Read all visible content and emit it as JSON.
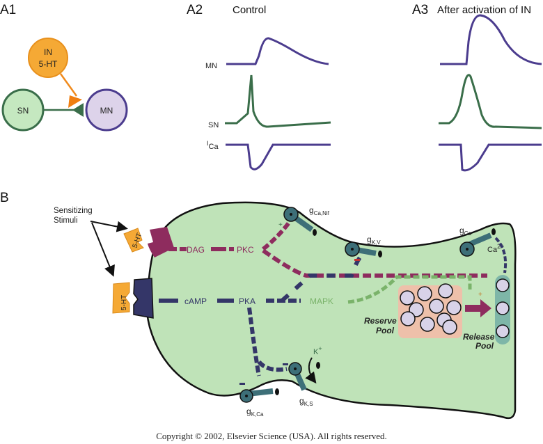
{
  "panels": {
    "a1": {
      "label": "A1"
    },
    "a2": {
      "label": "A2",
      "title": "Control"
    },
    "a3": {
      "label": "A3",
      "title": "After activation of IN"
    },
    "b": {
      "label": "B"
    }
  },
  "circuit": {
    "in_label": "IN",
    "in_sub": "5-HT",
    "sn_label": "SN",
    "mn_label": "MN"
  },
  "traces": {
    "mn": "MN",
    "sn": "SN",
    "ica_main": "I",
    "ica_sub": "Ca"
  },
  "terminal": {
    "stimuli_line1": "Sensitizing",
    "stimuli_line2": "Stimuli",
    "ligand": "5-HT",
    "dag": "DAG",
    "pkc": "PKC",
    "camp": "cAMP",
    "pka": "PKA",
    "mapk": "MAPK",
    "plus": "+",
    "g": "g",
    "g_ca_nif": "Ca,Nif",
    "g_kv": "K,V",
    "g_ca": "Ca",
    "g_kca": "K,Ca",
    "g_ks": "K,S",
    "ca_ion": "Ca",
    "ca_charge": "2+",
    "k_ion": "K",
    "k_charge": "+",
    "reserve1": "Reserve",
    "reserve2": "Pool",
    "release1": "Release",
    "release2": "Pool"
  },
  "colors": {
    "cell": "#bfe3b8",
    "pkc_path": "#8e2c5e",
    "pka_path": "#343668",
    "mapk_path": "#7ab36a",
    "channel": "#3d6f78",
    "serotonin": "#f5a935",
    "mn_circle": "#ddd3ea",
    "sn_circle": "#c5e8c0",
    "reserve": "#eec0aa",
    "release": "#7eb6a8"
  },
  "footer": {
    "copyright": "Copyright © 2002, Elsevier Science (USA). All rights reserved."
  }
}
